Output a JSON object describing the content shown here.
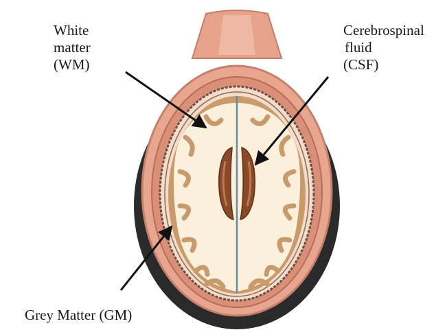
{
  "labels": {
    "white_matter": [
      "White",
      "matter",
      "(WM)"
    ],
    "csf": [
      "Cerebrospinal",
      "fluid",
      "(CSF)"
    ],
    "grey_matter": "Grey Matter (GM)"
  },
  "colors": {
    "skin": "#e8a58f",
    "skull": "#d98f78",
    "meninges": "#7a5a4a",
    "grey_matter": "#c99a6c",
    "white_matter": "#fbf0dc",
    "ventricle": "#8a4a2a",
    "shadow": "#2a2a2a",
    "arrow": "#111111"
  }
}
